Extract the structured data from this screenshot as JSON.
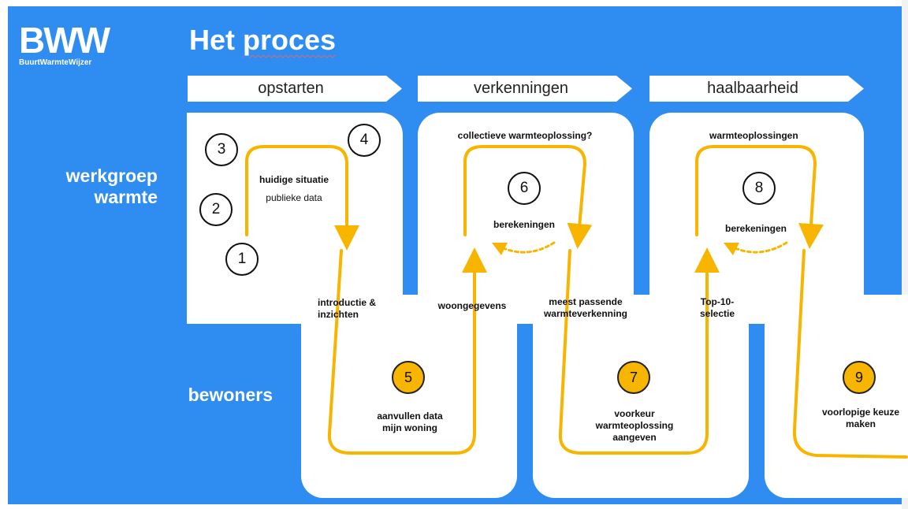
{
  "logo": {
    "main": "BWW",
    "sub": "BuurtWarmteWijzer"
  },
  "title": {
    "prefix": "Het ",
    "word": "proces"
  },
  "rows": {
    "werkgroep": "werkgroep\nwarmte",
    "bewoners": "bewoners"
  },
  "phases": [
    "opstarten",
    "verkenningen",
    "haalbaarheid"
  ],
  "steps": {
    "s1": "1",
    "s2": "2",
    "s3": "3",
    "s4": "4",
    "s5": "5",
    "s6": "6",
    "s7": "7",
    "s8": "8",
    "s9": "9"
  },
  "labels": {
    "huidige_situatie": "huidige situatie",
    "publieke_data": "publieke data",
    "introductie": "introductie &\ninzichten",
    "woongegevens": "woongegevens",
    "aanvullen": "aanvullen data\nmijn woning",
    "collectieve": "collectieve warmteoplossing?",
    "berekeningen_1": "berekeningen",
    "meest_passende": "meest passende\nwarmteverkenning",
    "voorkeur": "voorkeur\nwarmteoplossing\naangeven",
    "warmteoplossingen": "warmteoplossingen",
    "berekeningen_2": "berekeningen",
    "top10": "Top-10-\nselectie",
    "voorlopige": "voorlopige keuze\nmaken"
  },
  "colors": {
    "background": "#2f8cf0",
    "arrow": "#f7b500",
    "card": "#ffffff"
  }
}
